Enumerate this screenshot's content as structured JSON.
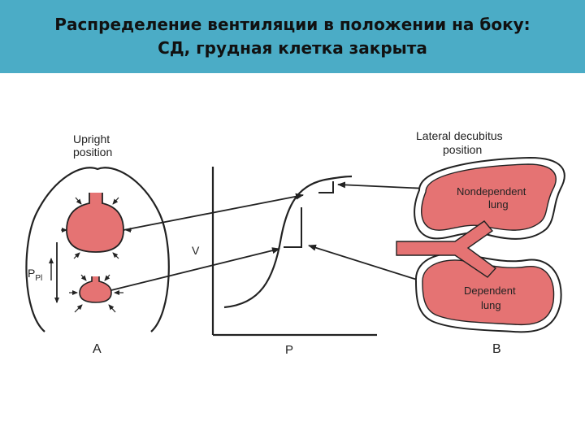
{
  "slide": {
    "title_line1": "Распределение вентиляции в положении на боку:",
    "title_line2": "СД, грудная клетка закрыта"
  },
  "panel_a": {
    "heading_line1": "Upright",
    "heading_line2": "position",
    "pressure_label": "P",
    "pressure_subscript": "Pl",
    "panel_letter": "A"
  },
  "curve": {
    "y_axis_label": "V",
    "x_axis_label": "P"
  },
  "panel_b": {
    "heading_line1": "Lateral decubitus",
    "heading_line2": "position",
    "upper_lung_line1": "Nondependent",
    "upper_lung_line2": "lung",
    "lower_lung_line1": "Dependent",
    "lower_lung_line2": "lung",
    "panel_letter": "B"
  },
  "colors": {
    "lung_fill": "#e57373",
    "header_bg": "#4bacc6",
    "line": "#222222"
  }
}
